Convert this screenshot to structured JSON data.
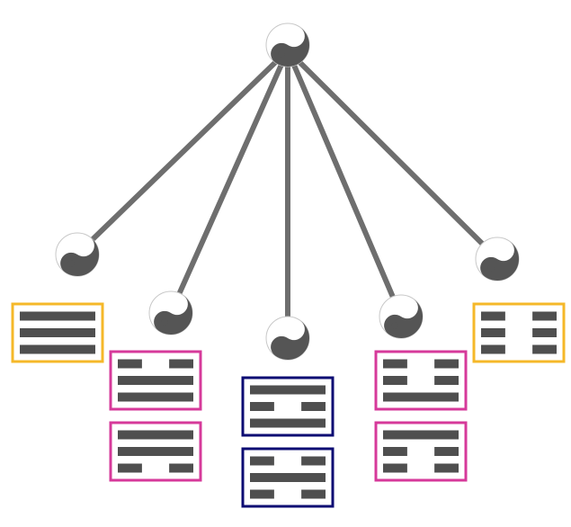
{
  "colors": {
    "background": "#ffffff",
    "connector": "#6e6e6e",
    "symbol_dark": "#555555",
    "symbol_light": "#ffffff",
    "symbol_outline": "#c8c8c8",
    "line_bar": "#4f4f4f",
    "frame_yellow": "#f5b829",
    "frame_magenta": "#d6399a",
    "frame_navy": "#0d0c73"
  },
  "root": {
    "symbol": "yin-yang-icon"
  },
  "branches": [
    {
      "id": "branch-1",
      "symbol": "yin-yang-icon",
      "frame_color": "#f5b829",
      "trigrams": [
        {
          "lines": [
            "solid",
            "solid",
            "solid"
          ]
        }
      ]
    },
    {
      "id": "branch-2",
      "symbol": "yin-yang-icon",
      "frame_color": "#d6399a",
      "trigrams": [
        {
          "lines": [
            "broken",
            "solid",
            "solid"
          ]
        },
        {
          "lines": [
            "solid",
            "solid",
            "broken"
          ]
        }
      ]
    },
    {
      "id": "branch-3",
      "symbol": "yin-yang-icon",
      "frame_color": "#0d0c73",
      "trigrams": [
        {
          "lines": [
            "solid",
            "broken",
            "solid"
          ]
        },
        {
          "lines": [
            "broken",
            "solid",
            "broken"
          ]
        }
      ]
    },
    {
      "id": "branch-4",
      "symbol": "yin-yang-icon",
      "frame_color": "#d6399a",
      "trigrams": [
        {
          "lines": [
            "broken",
            "broken",
            "solid"
          ]
        },
        {
          "lines": [
            "solid",
            "broken",
            "broken"
          ]
        }
      ]
    },
    {
      "id": "branch-5",
      "symbol": "yin-yang-icon",
      "frame_color": "#f5b829",
      "trigrams": [
        {
          "lines": [
            "broken",
            "broken",
            "broken"
          ]
        }
      ]
    }
  ]
}
